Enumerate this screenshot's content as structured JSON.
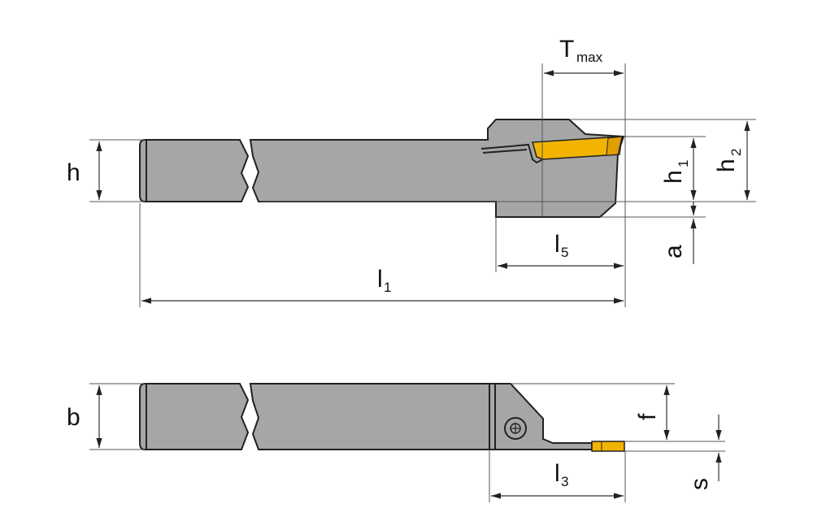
{
  "labels": {
    "h": "h",
    "tmax_main": "T",
    "tmax_sub": "max",
    "h1_main": "h",
    "h1_sub": "1",
    "h2_main": "h",
    "h2_sub": "2",
    "a": "a",
    "l5_main": "l",
    "l5_sub": "5",
    "l1_main": "l",
    "l1_sub": "1",
    "b": "b",
    "f": "f",
    "l3_main": "l",
    "l3_sub": "3",
    "s": "s"
  },
  "colors": {
    "body": "#a6a6a6",
    "insert": "#f2b400",
    "outline": "#222222"
  }
}
